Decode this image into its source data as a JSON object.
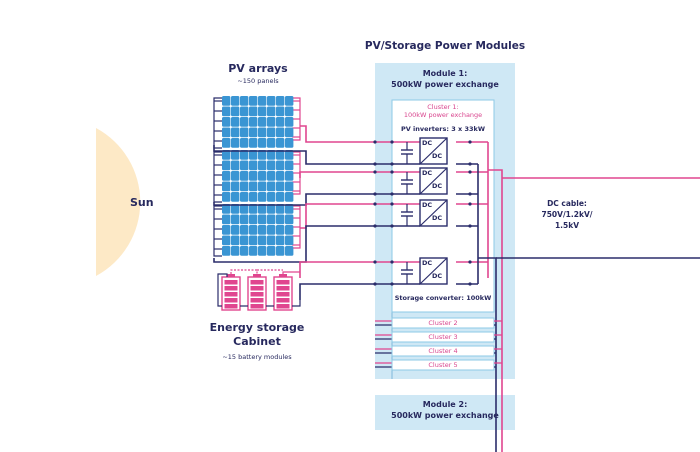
{
  "colors": {
    "navy": "#2b2d6b",
    "pink": "#e0468f",
    "module_bg": "#cfe8f5",
    "module_border": "#8ecae6",
    "sun": "#fde9c6",
    "panel": "#3a95d3"
  },
  "sun": {
    "label": "Sun"
  },
  "pv_arrays": {
    "title": "PV arrays",
    "subtitle": "~150 panels"
  },
  "storage": {
    "title_line1": "Energy storage",
    "title_line2": "Cabinet",
    "subtitle": "~15 battery modules"
  },
  "modules_title": "PV/Storage Power Modules",
  "module1": {
    "line1": "Module 1:",
    "line2": "500kW power exchange"
  },
  "cluster1": {
    "line1": "Cluster 1:",
    "line2": "100kW power exchange",
    "pv_inverters": "PV inverters: 3 x 33kW",
    "storage_converter": "Storage converter: 100kW"
  },
  "converters": [
    {
      "top": "DC",
      "bottom": "DC"
    },
    {
      "top": "DC",
      "bottom": "DC"
    },
    {
      "top": "DC",
      "bottom": "DC"
    },
    {
      "top": "DC",
      "bottom": "DC"
    }
  ],
  "clusters": [
    "Cluster 2",
    "Cluster 3",
    "Cluster 4",
    "Cluster 5"
  ],
  "dc_cable": {
    "line1": "DC cable:",
    "line2": "750V/1.2kV/",
    "line3": "1.5kV"
  },
  "module2": {
    "line1": "Module 2:",
    "line2": "500kW power exchange"
  }
}
